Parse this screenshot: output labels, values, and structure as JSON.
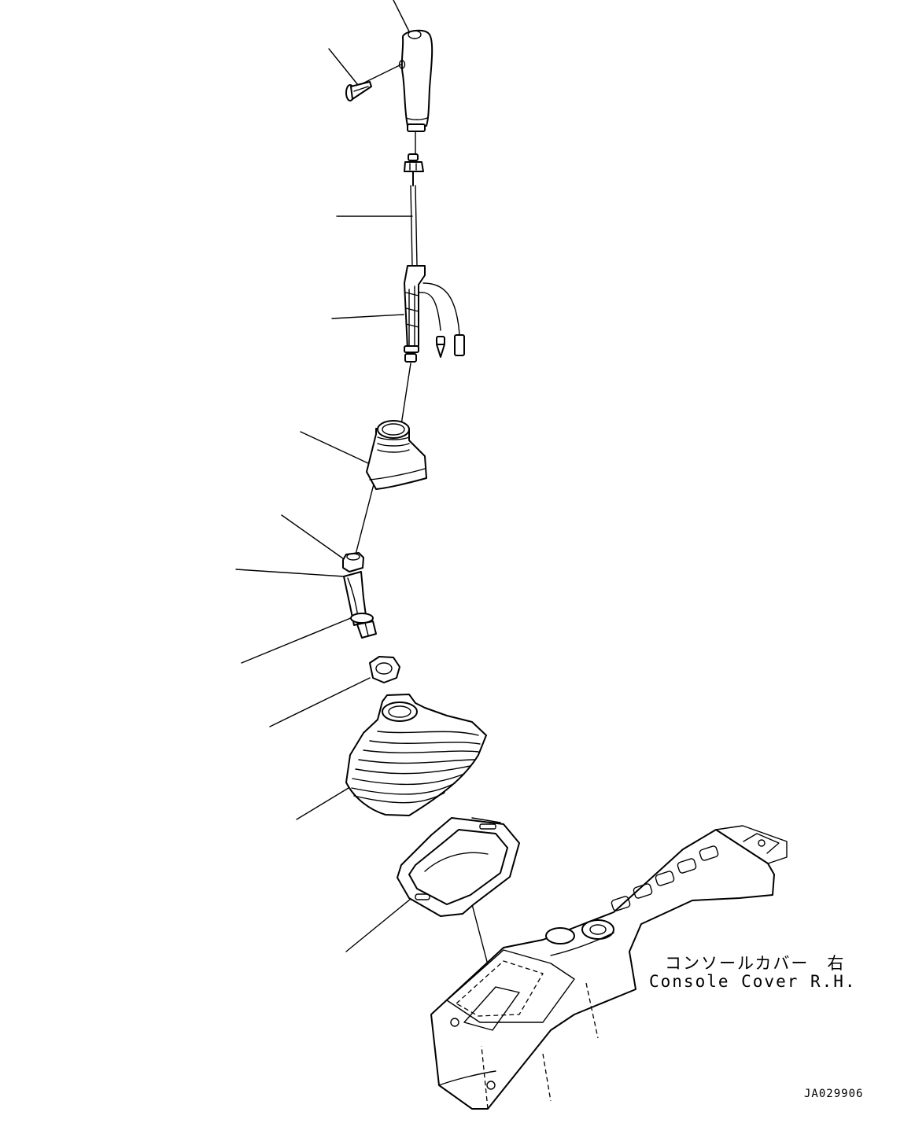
{
  "diagram": {
    "console_label_ja": "コンソールカバー　右",
    "console_label_en": "Console Cover R.H.",
    "drawing_code": "JA029906"
  }
}
